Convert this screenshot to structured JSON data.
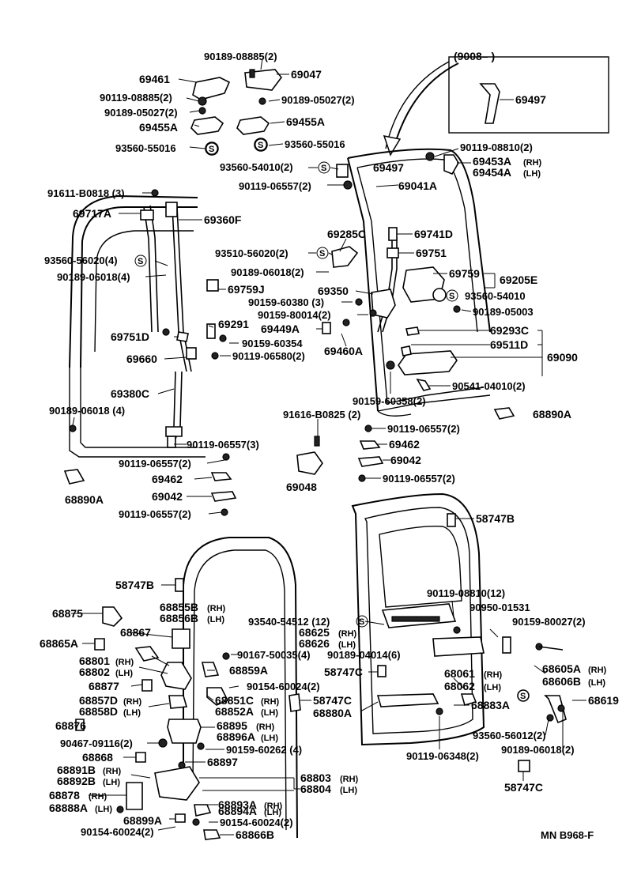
{
  "labels": {
    "inset_title": "(9008–        )",
    "l_69497_inset": "69497",
    "l_90189_08885": "90189-08885(2)",
    "l_69047": "69047",
    "l_69461": "69461",
    "l_90119_08885": "90119-08885(2)",
    "l_90189_05027_r": "90189-05027(2)",
    "l_90189_05027_l": "90189-05027(2)",
    "l_69455A_l": "69455A",
    "l_69455A_r": "69455A",
    "l_93560_55016_l": "93560-55016",
    "l_93560_55016_r": "93560-55016",
    "l_90119_08810": "90119-08810(2)",
    "l_93560_54010_2": "93560-54010(2)",
    "l_69497": "69497",
    "l_69453A": "69453A",
    "l_69453A_side": "(RH)",
    "l_69454A": "69454A",
    "l_69454A_side": "(LH)",
    "l_90119_06557_a": "90119-06557(2)",
    "l_69041A": "69041A",
    "l_91611_B0818": "91611-B0818 (3)",
    "l_69717A": "69717A",
    "l_69360F": "69360F",
    "l_69285C": "69285C",
    "l_69741D": "69741D",
    "l_93510_56020": "93510-56020(2)",
    "l_69751": "69751",
    "l_93560_56020": "93560-56020(4)",
    "l_90189_06018_4": "90189-06018(4)",
    "l_90189_06018_2": "90189-06018(2)",
    "l_69759": "69759",
    "l_69205E": "69205E",
    "l_69350": "69350",
    "l_69759J": "69759J",
    "l_90159_60380": "90159-60380 (3)",
    "l_93560_54010": "93560-54010",
    "l_90159_80014": "90159-80014(2)",
    "l_90189_05003": "90189-05003",
    "l_69291": "69291",
    "l_69449A": "69449A",
    "l_69293C": "69293C",
    "l_69751D": "69751D",
    "l_90159_60354": "90159-60354",
    "l_69460A": "69460A",
    "l_69511D": "69511D",
    "l_69660": "69660",
    "l_90119_06580": "90119-06580(2)",
    "l_69090": "69090",
    "l_90541_04010": "90541-04010(2)",
    "l_69380C": "69380C",
    "l_90159_60358": "90159-60358(2)",
    "l_90189_06018_4b": "90189-06018 (4)",
    "l_91616_B0825": "91616-B0825 (2)",
    "l_68890A_r": "68890A",
    "l_90119_06557_2b": "90119-06557(2)",
    "l_90119_06557_3": "90119-06557(3)",
    "l_69462_r": "69462",
    "l_90119_06557_2c": "90119-06557(2)",
    "l_69042_r": "69042",
    "l_69462_l": "69462",
    "l_90119_06557_2d": "90119-06557(2)",
    "l_69048": "69048",
    "l_68890A_l": "68890A",
    "l_69042_l": "69042",
    "l_90119_06557_2e": "90119-06557(2)",
    "l_58747B_r": "58747B",
    "l_58747B_l": "58747B",
    "l_90119_08810_12": "90119-08810(12)",
    "l_68855B": "68855B",
    "l_68855B_side": "(RH)",
    "l_68856B": "68856B",
    "l_68856B_side": "(LH)",
    "l_90950_01531": "90950-01531",
    "l_68875": "68875",
    "l_93540_54512": "93540-54512 (12)",
    "l_90159_80027": "90159-80027(2)",
    "l_68625": "68625",
    "l_68625_side": "(RH)",
    "l_68626": "68626",
    "l_68626_side": "(LH)",
    "l_68867": "68867",
    "l_68865A": "68865A",
    "l_68801": "68801",
    "l_68801_side": "(RH)",
    "l_68802": "68802",
    "l_68802_side": "(LH)",
    "l_90167_50035": "90167-50035(4)",
    "l_90189_04014": "90189-04014(6)",
    "l_68859A": "68859A",
    "l_58747C_a": "58747C",
    "l_68061": "68061",
    "l_68061_side": "(RH)",
    "l_68605A": "68605A",
    "l_68605A_side": "(RH)",
    "l_68606B": "68606B",
    "l_68606B_side": "(LH)",
    "l_68877": "68877",
    "l_90154_60024_a": "90154-60024(2)",
    "l_68062": "68062",
    "l_68062_side": "(LH)",
    "l_68857D": "68857D",
    "l_68857D_side": "(RH)",
    "l_68851C": "68851C",
    "l_68851C_side": "(RH)",
    "l_58747C_b": "58747C",
    "l_68883A": "68883A",
    "l_68619": "68619",
    "l_68858D": "68858D",
    "l_68858D_side": "(LH)",
    "l_68852A": "68852A",
    "l_68852A_side": "(LH)",
    "l_68880A": "68880A",
    "l_68876": "68876",
    "l_68895": "68895",
    "l_68895_side": "(RH)",
    "l_68896A": "68896A",
    "l_68896A_side": "(LH)",
    "l_93560_56012": "93560-56012(2)",
    "l_90467_09116": "90467-09116(2)",
    "l_90159_60262": "90159-60262 (4)",
    "l_90189_06018_2b": "90189-06018(2)",
    "l_68868": "68868",
    "l_68897": "68897",
    "l_90119_06348": "90119-06348(2)",
    "l_68891B": "68891B",
    "l_68891B_side": "(RH)",
    "l_68803": "68803",
    "l_68803_side": "(RH)",
    "l_68892B": "68892B",
    "l_68892B_side": "(LH)",
    "l_68804": "68804",
    "l_68804_side": "(LH)",
    "l_58747C_c": "58747C",
    "l_68878": "68878",
    "l_68878_side": "(RH)",
    "l_68893A": "68893A",
    "l_68893A_side": "(RH)",
    "l_68888A": "68888A",
    "l_68888A_side": "(LH)",
    "l_68894A": "68894A",
    "l_68894A_side": "(LH)",
    "l_68899A": "68899A",
    "l_90154_60024_b": "90154-60024(2)",
    "l_90154_60024_c": "90154-60024(2)",
    "l_68866B": "68866B",
    "l_footer": "MN  B968-F"
  },
  "symbol": "S"
}
